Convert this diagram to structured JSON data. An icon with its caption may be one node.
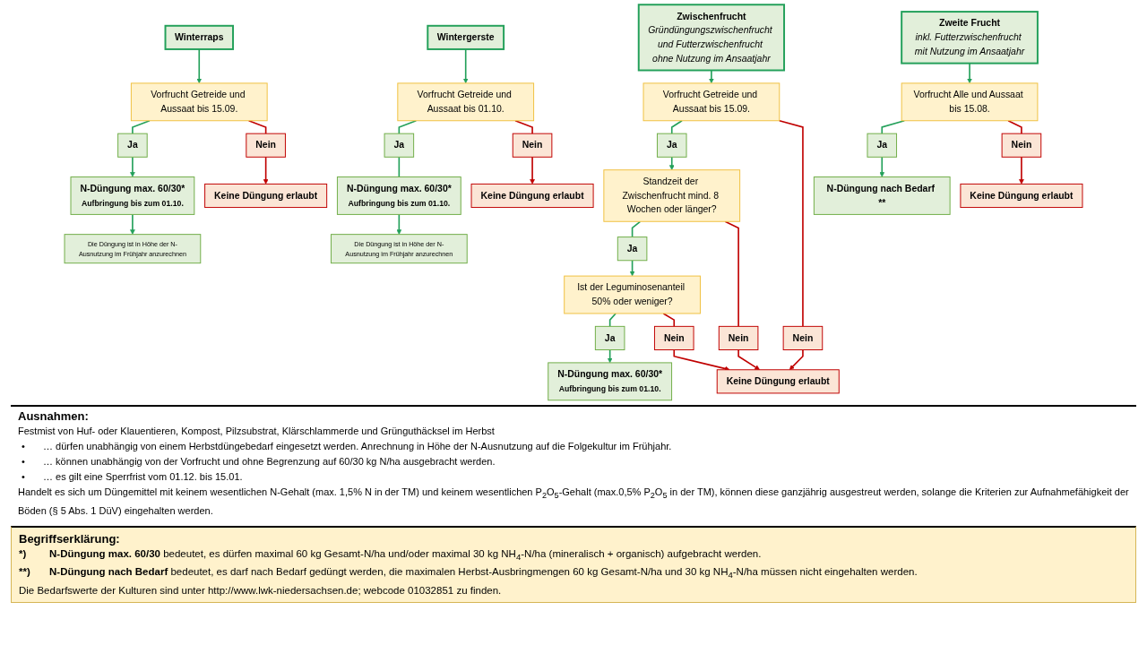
{
  "diagram": {
    "nodes": [
      {
        "text": [
          "Winterraps"
        ]
      },
      {
        "text": [
          "Vorfrucht Getreide und Aussaat bis 15.09."
        ]
      },
      {
        "text": [
          "Ja"
        ]
      },
      {
        "text": [
          "Nein"
        ]
      },
      {
        "text": [
          "N-Düngung max. 60/30*",
          "Aufbringung bis zum 01.10."
        ]
      },
      {
        "text": [
          "Keine Düngung erlaubt"
        ]
      },
      {
        "text": [
          "Die Düngung ist in Höhe der N-Ausnutzung im Frühjahr anzurechnen"
        ]
      },
      {
        "text": [
          "Wintergerste"
        ]
      },
      {
        "text": [
          "Vorfrucht Getreide und Aussaat bis 01.10."
        ]
      },
      {
        "text": [
          "Ja"
        ]
      },
      {
        "text": [
          "Nein"
        ]
      },
      {
        "text": [
          "N-Düngung max. 60/30*",
          "Aufbringung bis zum 01.10."
        ]
      },
      {
        "text": [
          "Keine Düngung erlaubt"
        ]
      },
      {
        "text": [
          "Die Düngung ist in Höhe der N-Ausnutzung im Frühjahr anzurechnen"
        ]
      },
      {
        "text": [
          "Zwischenfrucht",
          "Gründüngungszwischenfrucht und Futterzwischenfrucht ohne Nutzung im Ansaatjahr"
        ]
      },
      {
        "text": [
          "Vorfrucht Getreide und Aussaat bis 15.09."
        ]
      },
      {
        "text": [
          "Ja"
        ]
      },
      {
        "text": [
          "Nein"
        ]
      },
      {
        "text": [
          "Standzeit der Zwischenfrucht mind. 8 Wochen oder länger?"
        ]
      },
      {
        "text": [
          "Ja"
        ]
      },
      {
        "text": [
          "Nein"
        ]
      },
      {
        "text": [
          "Ist der Leguminosenanteil 50% oder weniger?"
        ]
      },
      {
        "text": [
          "Ja"
        ]
      },
      {
        "text": [
          "Nein"
        ]
      },
      {
        "text": [
          "N-Düngung max. 60/30*",
          "Aufbringung bis zum 01.10."
        ]
      },
      {
        "text": [
          "Keine Düngung erlaubt"
        ]
      },
      {
        "text": [
          "Zweite Frucht",
          "inkl. Futterzwischenfrucht mit Nutzung im Ansaatjahr"
        ]
      },
      {
        "text": [
          "Vorfrucht Alle und Aussaat bis 15.08."
        ]
      },
      {
        "text": [
          "Ja"
        ]
      },
      {
        "text": [
          "Nein"
        ]
      },
      {
        "text": [
          "N-Düngung nach Bedarf **"
        ]
      },
      {
        "text": [
          "Keine Düngung erlaubt"
        ]
      }
    ],
    "edges": [
      {
        "from": 0,
        "to": 1,
        "arrow": "to"
      },
      {
        "from": 1,
        "to": 2,
        "arrow": "none"
      },
      {
        "from": 1,
        "to": 3,
        "arrow": "none",
        "color": "#c00000"
      },
      {
        "from": 2,
        "to": 4,
        "arrow": "to"
      },
      {
        "from": 3,
        "to": 5,
        "arrow": "to",
        "color": "#c00000"
      },
      {
        "from": 4,
        "to": 6,
        "arrow": "to"
      },
      {
        "from": 7,
        "to": 8,
        "arrow": "to"
      },
      {
        "from": 8,
        "to": 9,
        "arrow": "none"
      },
      {
        "from": 8,
        "to": 10,
        "arrow": "none",
        "color": "#c00000"
      },
      {
        "from": 9,
        "to": 11,
        "arrow": "none"
      },
      {
        "from": 10,
        "to": 12,
        "arrow": "to",
        "color": "#c00000"
      },
      {
        "from": 11,
        "to": 13,
        "arrow": "to"
      },
      {
        "from": 14,
        "to": 15,
        "arrow": "to"
      },
      {
        "from": 15,
        "to": 16,
        "arrow": "none"
      },
      {
        "from": 15,
        "to": 17,
        "arrow": "none",
        "color": "#c00000"
      },
      {
        "from": 16,
        "to": 18,
        "arrow": "to"
      },
      {
        "from": 17,
        "to": 25,
        "arrow": "to",
        "color": "#c00000"
      },
      {
        "from": 18,
        "to": 19,
        "arrow": "none"
      },
      {
        "from": 18,
        "to": 20,
        "arrow": "none",
        "color": "#c00000"
      },
      {
        "from": 19,
        "to": 21,
        "arrow": "to"
      },
      {
        "from": 20,
        "to": 25,
        "arrow": "to",
        "color": "#c00000"
      },
      {
        "from": 21,
        "to": 22,
        "arrow": "none"
      },
      {
        "from": 21,
        "to": 23,
        "arrow": "none",
        "color": "#c00000"
      },
      {
        "from": 22,
        "to": 24,
        "arrow": "to"
      },
      {
        "from": 23,
        "to": 25,
        "arrow": "to",
        "color": "#c00000"
      },
      {
        "from": 26,
        "to": 27,
        "arrow": "to"
      },
      {
        "from": 27,
        "to": 28,
        "arrow": "none"
      },
      {
        "from": 27,
        "to": 29,
        "arrow": "none",
        "color": "#c00000"
      },
      {
        "from": 28,
        "to": 30,
        "arrow": "to"
      },
      {
        "from": 29,
        "to": 31,
        "arrow": "to",
        "color": "#c00000"
      }
    ],
    "labels": [
      "Ausnahmen:",
      "Festmist von Huf- oder Klauentieren, Kompost, Pilzsubstrat, Klärschlammerde und Grünguthäcksel im Herbst",
      "•",
      "… dürfen unabhängig von einem Herbstdüngebedarf eingesetzt werden. Anrechnung in Höhe der N-Ausnutzung auf die Folgekultur im Frühjahr.",
      "•",
      "… können unabhängig von der Vorfrucht und ohne Begrenzung auf 60/30 kg N/ha ausgebracht werden.",
      "•",
      "… es gilt eine Sperrfrist vom 01.12. bis 15.01.",
      "Handelt es sich um Düngemittel mit keinem wesentlichen N-Gehalt (max. 1,5% N in der TM) und keinem wesentlichen P$_{2}$O$_{5}$-Gehalt (max.0,5% P$_{2}$O$_{5}$ in der TM), können diese ganzjährig ausgestreut werden, solange die Kriterien zur Aufnahmefähigkeit der Böden (§ 5 Abs. 1 DüV) eingehalten werden.",
      "Begriffserklärung:",
      "*)",
      "**N-Düngung max. 60/30** bedeutet, es dürfen maximal 60 kg Gesamt-N/ha und/oder maximal 30 kg NH$_{4}$-N/ha (mineralisch + organisch) aufgebracht werden.",
      "**)",
      "**N-Düngung nach Bedarf** bedeutet, es darf nach Bedarf gedüngt werden, die maximalen Herbst-Ausbringmengen 60 kg Gesamt-N/ha und 30 kg NH$_{4}$-N/ha müssen nicht eingehalten werden.",
      "Die Bedarfswerte der Kulturen sind unter http://www.lwk-niedersachsen.de; webcode 01032851 zu finden."
    ]
  }
}
